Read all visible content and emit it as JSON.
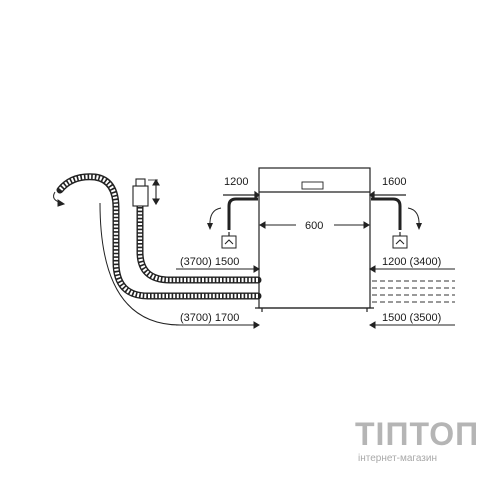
{
  "diagram": {
    "dimensions": {
      "left_top": "1200",
      "right_top": "1600",
      "width": "600",
      "left_inlet": "(3700) 1500",
      "right_inlet": "1200 (3400)",
      "left_drain": "(3700) 1700",
      "right_drain": "1500 (3500)"
    }
  },
  "watermark": {
    "brand": "TIПТОП",
    "subtitle": "інтернет-магазин"
  }
}
